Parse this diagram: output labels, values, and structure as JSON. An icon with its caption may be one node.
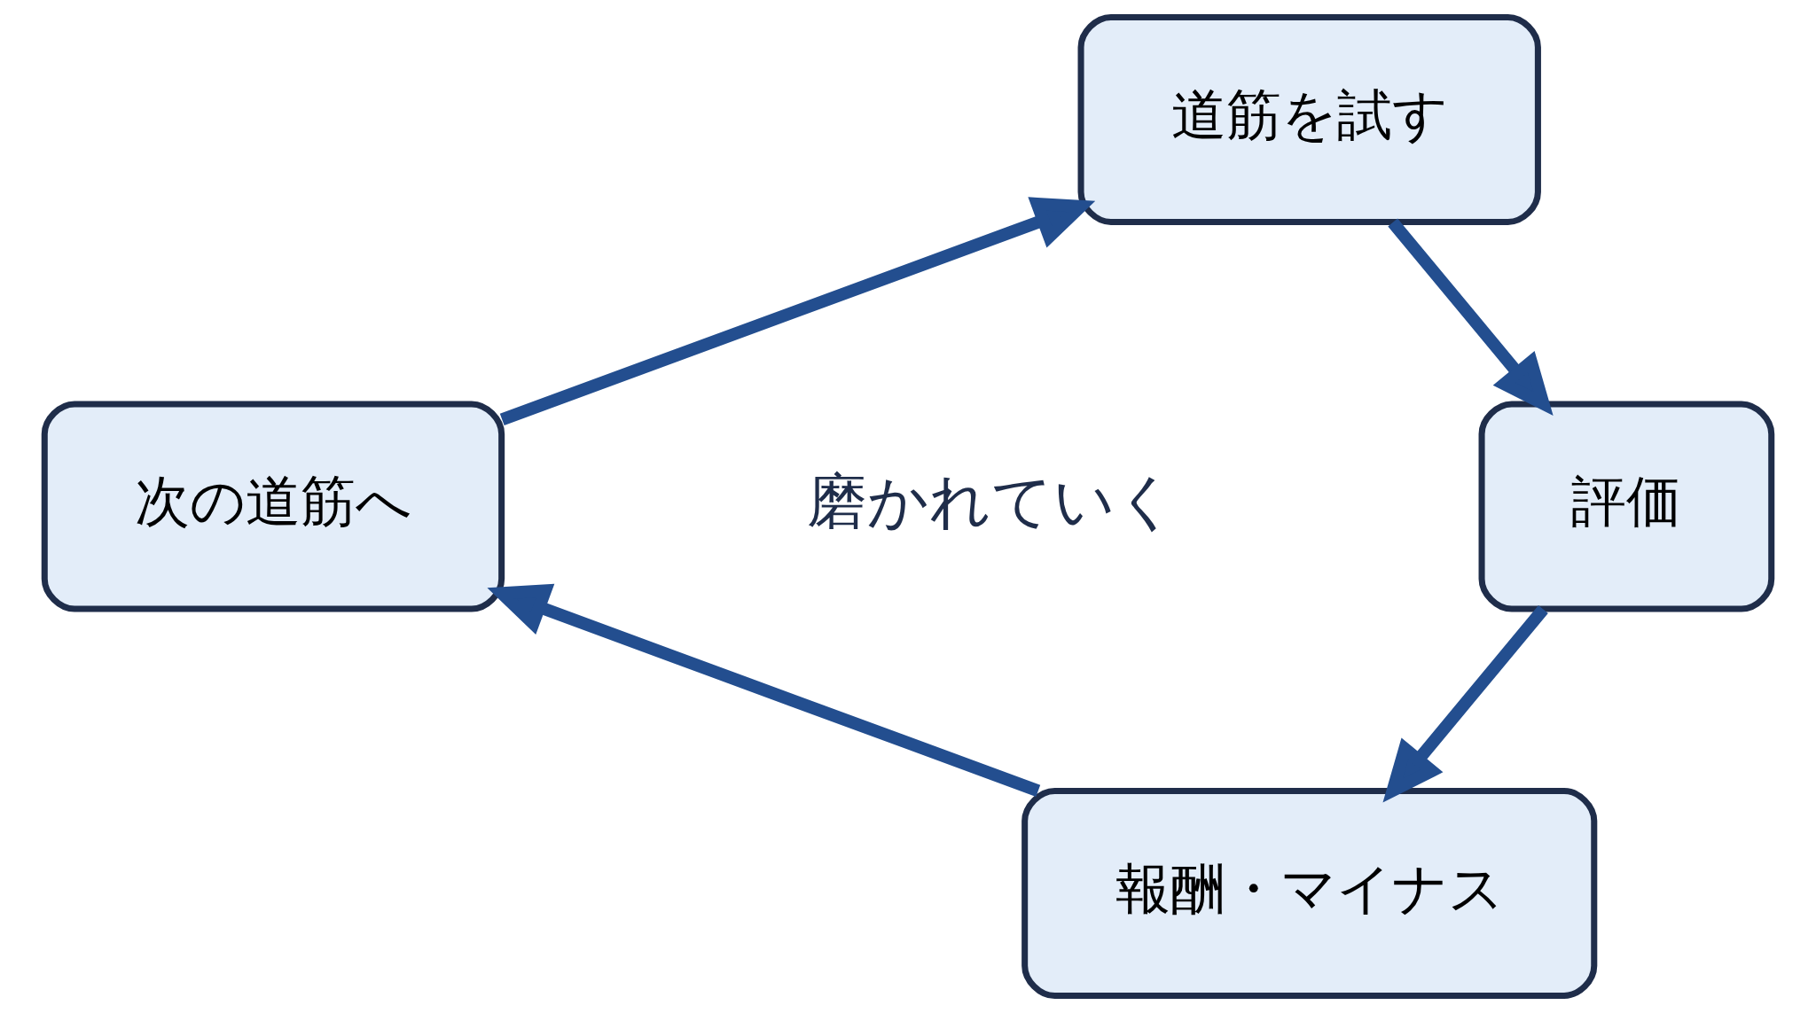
{
  "diagram": {
    "nodes": [
      {
        "text": [
          "道筋を試す"
        ]
      },
      {
        "text": [
          "評価"
        ]
      },
      {
        "text": [
          "報酬・マイナス"
        ]
      },
      {
        "text": [
          "次の道筋へ"
        ]
      }
    ],
    "edges": [
      {
        "from": 0,
        "to": 1,
        "arrow": "to"
      },
      {
        "from": 1,
        "to": 2,
        "arrow": "to"
      },
      {
        "from": 2,
        "to": 3,
        "arrow": "to"
      },
      {
        "from": 3,
        "to": 0,
        "arrow": "to"
      }
    ],
    "labels": [
      "磨かれていく"
    ]
  }
}
